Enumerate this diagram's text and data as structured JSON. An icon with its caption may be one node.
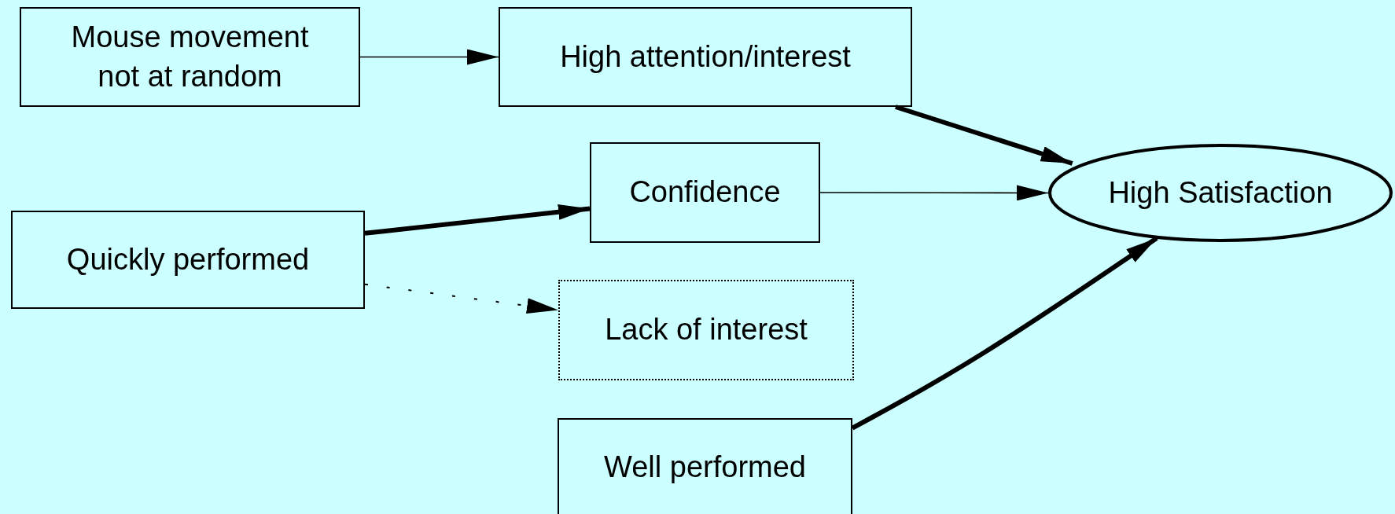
{
  "diagram": {
    "nodes": [
      {
        "text": [
          "Mouse movement not at random"
        ]
      },
      {
        "text": [
          "High attention/interest"
        ]
      },
      {
        "text": [
          "Confidence"
        ]
      },
      {
        "text": [
          "Quickly performed"
        ]
      },
      {
        "text": [
          "Lack of interest"
        ]
      },
      {
        "text": [
          "Well performed"
        ]
      },
      {
        "text": [
          "High Satisfaction"
        ]
      }
    ],
    "edges": [
      {
        "from": 0,
        "to": 1,
        "arrow": "to"
      },
      {
        "from": 1,
        "to": 6,
        "arrow": "to",
        "style": "thick"
      },
      {
        "from": 2,
        "to": 6,
        "arrow": "to"
      },
      {
        "from": 3,
        "to": 2,
        "arrow": "to",
        "style": "thick"
      },
      {
        "from": 3,
        "to": 4,
        "arrow": "to",
        "style": "dashed"
      },
      {
        "from": 5,
        "to": 6,
        "arrow": "to",
        "style": "thick"
      }
    ]
  }
}
